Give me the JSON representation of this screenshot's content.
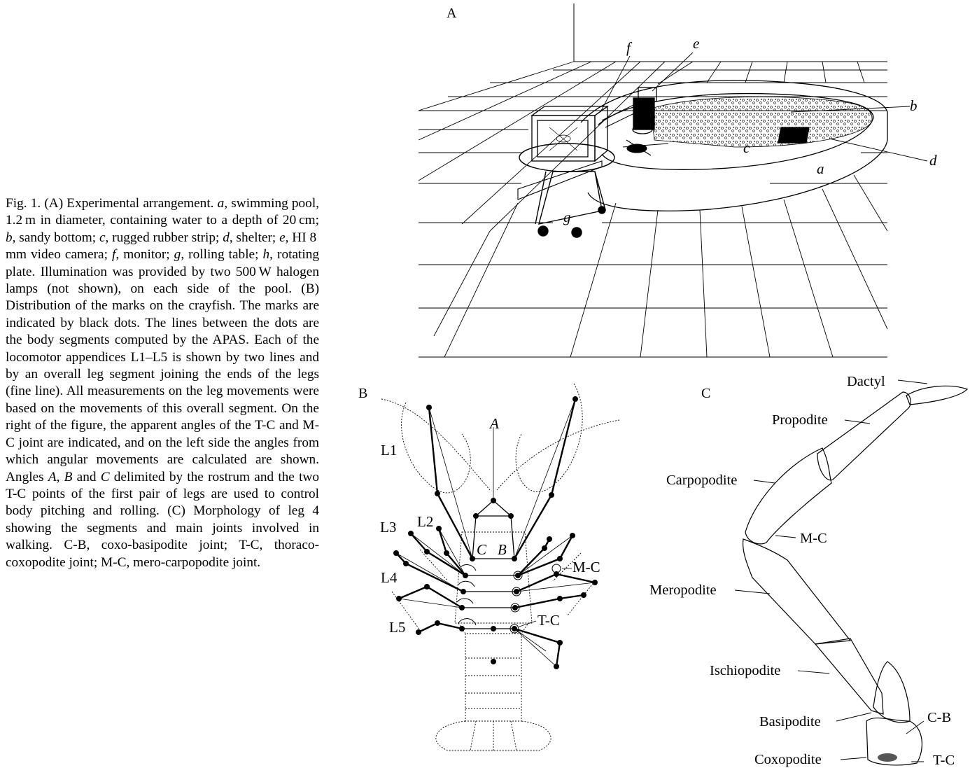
{
  "caption": {
    "fig": "Fig. 1.",
    "t1": " (A) Experimental arrangement. ",
    "a": "a",
    "t2": ", swimming pool, 1.2 m in diameter, containing water to a depth of 20 cm; ",
    "b": "b",
    "t3": ", sandy bottom; ",
    "c": "c",
    "t4": ", rugged rubber strip; ",
    "d": "d",
    "t5": ", shelter; ",
    "e": "e",
    "t6": ", HI 8 mm video camera; ",
    "f": "f",
    "t7": ", monitor; ",
    "g": "g",
    "t8": ", rolling table; ",
    "h": "h",
    "t9": ", rotating plate. Illumination was provided by two 500 W halogen lamps (not shown), on each side of the pool. (B) Distribution of the marks on the crayfish. The marks are indicated by black dots. The lines between the dots are the body segments computed by the APAS. Each of the locomotor appendices L1–L5 is shown by two lines and by an overall leg segment joining the ends of the legs (fine line). All measurements on the leg movements were based on the movements of this overall segment. On the right of the figure, the apparent angles of the T-C and M-C joint are indicated, and on the left side the angles from which angular movements are calculated are shown. Angles ",
    "A": "A",
    "t10": ", ",
    "B": "B",
    "t11": " and ",
    "C": "C",
    "t12": " delimited by the rostrum and the two T-C points of the first pair of legs are used to control body pitching and rolling. (C) Morphology of leg 4 showing the segments and main joints involved in walking. C-B, coxo-basipodite joint; T-C, thoraco-coxopodite joint; M-C, mero-carpopodite joint."
  },
  "panelA": {
    "label": "A",
    "letters": {
      "a": "a",
      "b": "b",
      "c": "c",
      "d": "d",
      "e": "e",
      "f": "f",
      "g": "g"
    }
  },
  "panelB": {
    "label": "B",
    "legs": [
      "L1",
      "L2",
      "L3",
      "L4",
      "L5"
    ],
    "angles": {
      "A": "A",
      "B": "B",
      "C": "C"
    },
    "joints": {
      "mc": "M-C",
      "tc": "T-C"
    }
  },
  "panelC": {
    "label": "C",
    "segments": {
      "dactyl": "Dactyl",
      "propodite": "Propodite",
      "carpopodite": "Carpopodite",
      "mc": "M-C",
      "meropodite": "Meropodite",
      "ischiopodite": "Ischiopodite",
      "basipodite": "Basipodite",
      "cb": "C-B",
      "coxopodite": "Coxopodite",
      "tc": "T-C"
    }
  }
}
